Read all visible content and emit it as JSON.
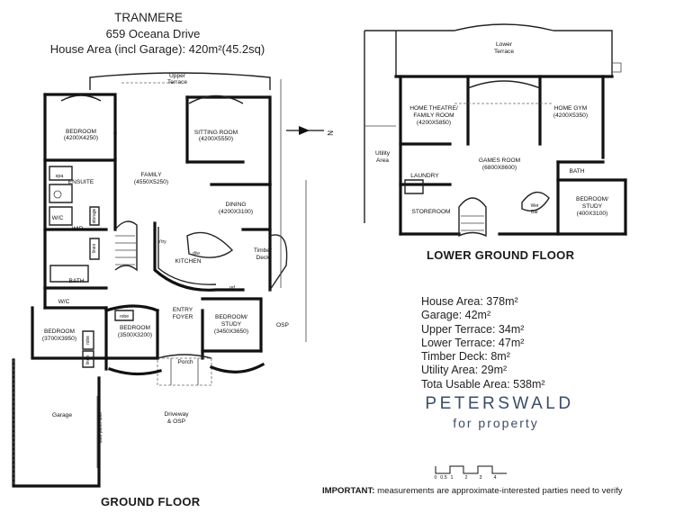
{
  "header": {
    "title": "TRANMERE",
    "address": "659 Oceana Drive",
    "house_area": "House Area (incl Garage): 420m²(45.2sq)"
  },
  "ground_floor": {
    "title": "GROUND FLOOR",
    "rooms": {
      "upper_terrace_1": "Upper",
      "upper_terrace_2": "Terrace",
      "bedroom1_name": "BEDROOM",
      "bedroom1_dim": "(4200X4250)",
      "sitting_name": "SITTING ROOM",
      "sitting_dim": "(4200X5550)",
      "spa": "spa",
      "ensuite": "ENSUITE",
      "family_name": "FAMILY",
      "family_dim": "(4550X5250)",
      "wc1": "W/C",
      "wir": "WIR",
      "storage": "storage",
      "dining_name": "DINING",
      "dining_dim": "(4200X3100)",
      "linen1": "linen",
      "pantry": "p'try",
      "dw": "d/w",
      "kitchen": "KITCHEN",
      "timber_deck_1": "Timber",
      "timber_deck_2": "Deck",
      "bath": "BATH",
      "ref": "ref",
      "wc2": "W/C",
      "robe": "robe",
      "bedroom2_name": "BEDROOM",
      "bedroom2_dim": "(3700X3950)",
      "robe2": "robe",
      "linen2": "linen",
      "bedroom3_name": "BEDROOM",
      "bedroom3_dim": "(3500X3200)",
      "entry_1": "ENTRY",
      "entry_2": "FOYER",
      "study_1": "BEDROOM/",
      "study_2": "STUDY",
      "study_dim": "(3450X3650)",
      "osp": "OSP",
      "porch": "Porch",
      "garage": "Garage",
      "auto_door": "auto panel door",
      "driveway_1": "Driveway",
      "driveway_2": "& OSP"
    }
  },
  "lower_floor": {
    "title": "LOWER GROUND FLOOR",
    "rooms": {
      "lower_terrace_1": "Lower",
      "lower_terrace_2": "Terrace",
      "theatre_1": "HOME THEATRE/",
      "theatre_2": "FAMILY ROOM",
      "theatre_dim": "(4200X5850)",
      "gym_name": "HOME GYM",
      "gym_dim": "(4200X5350)",
      "utility_1": "Utility",
      "utility_2": "Area",
      "games_name": "GAMES ROOM",
      "games_dim": "(6800X8600)",
      "laundry": "LAUNDRY",
      "bath": "BATH",
      "bed_1": "BEDROOM/",
      "bed_2": "STUDY",
      "bed_dim": "(400X3100)",
      "storeroom": "STOREROOM",
      "wet_bar_1": "Wet",
      "wet_bar_2": "Bar"
    }
  },
  "areas": {
    "house_area": "House Area: 378m²",
    "garage": "Garage: 42m²",
    "upper_terrace": "Upper Terrace: 34m²",
    "lower_terrace": "Lower Terrace: 47m²",
    "timber_deck": "Timber Deck: 8m²",
    "utility_area": "Utility Area: 29m²",
    "total": "Tota Usable Area: 538m²"
  },
  "brand": {
    "line1": "PETERSWALD",
    "line2": "for property",
    "color": "#3a4c6a"
  },
  "scale": {
    "labels": [
      "0",
      "0.5",
      "1",
      "2",
      "3",
      "4"
    ]
  },
  "compass": {
    "label": "N",
    "icon": "north-arrow-icon"
  },
  "disclaimer": "IMPORTANT: measurements are approximate-interested parties need to verify"
}
